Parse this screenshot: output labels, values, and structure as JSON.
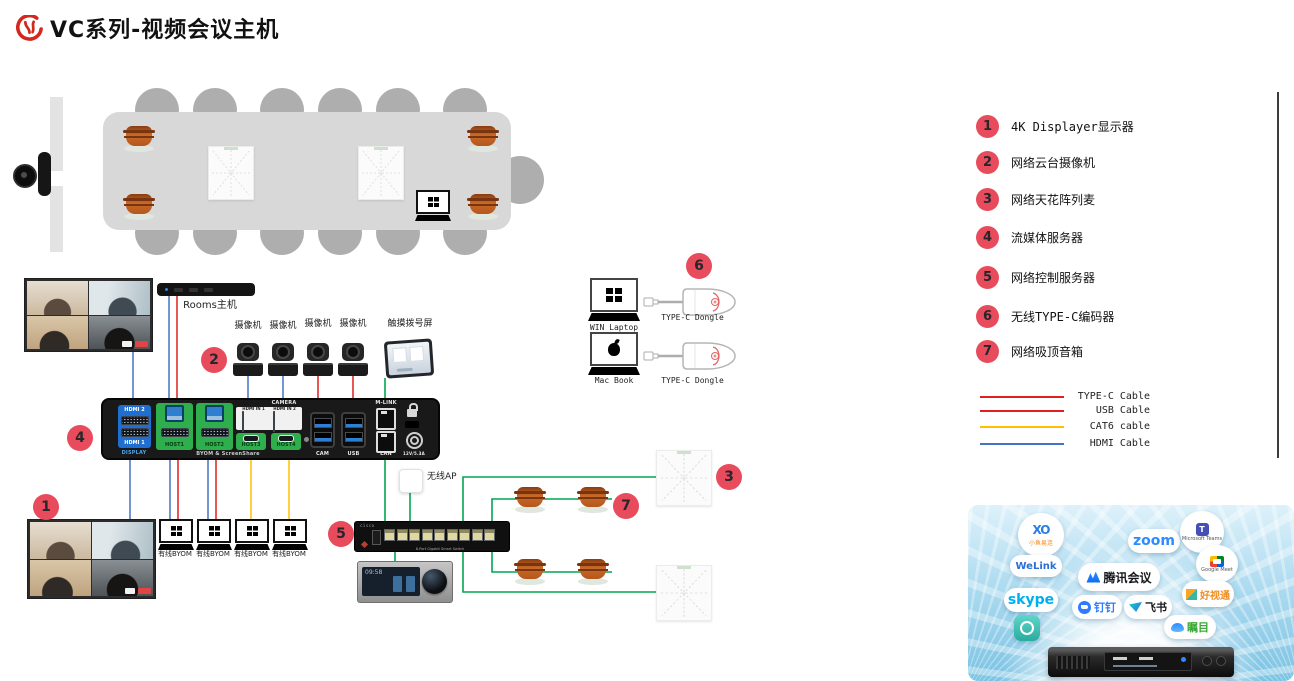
{
  "title": {
    "text": "VC系列-视频会议主机"
  },
  "legend": {
    "items": [
      {
        "num": "1",
        "label": "4K Displayer显示器"
      },
      {
        "num": "2",
        "label": "网络云台摄像机"
      },
      {
        "num": "3",
        "label": "网络天花阵列麦"
      },
      {
        "num": "4",
        "label": "流媒体服务器"
      },
      {
        "num": "5",
        "label": "网络控制服务器"
      },
      {
        "num": "6",
        "label": "无线TYPE-C编码器"
      },
      {
        "num": "7",
        "label": "网络吸顶音箱"
      }
    ]
  },
  "cable_legend": [
    {
      "label": "TYPE-C Cable",
      "color": "#e01f1f"
    },
    {
      "label": "USB Cable",
      "color": "#e01f1f"
    },
    {
      "label": "CAT6 cable",
      "color": "#ffc000"
    },
    {
      "label": "HDMI Cable",
      "color": "#4472c4"
    }
  ],
  "diagram": {
    "markers": [
      "1",
      "2",
      "3",
      "4",
      "5",
      "6",
      "7"
    ],
    "rooms_host": "Rooms主机",
    "camera_label": "摄像机",
    "touch_label": "触摸拨号屏",
    "win_laptop": "WIN Laptop",
    "mac_book": "Mac Book",
    "dongle_label": "TYPE-C Dongle",
    "ap_label": "无线AP",
    "byom_label": "有线BYOM",
    "panel_time": "09:58",
    "device": {
      "camera_label": "CAMERA",
      "mlink": "M-LINK",
      "hdmi2": "HDMI 2",
      "hdmi1": "HDMI 1",
      "display": "DISPLAY",
      "host1": "HOST1",
      "host2": "HOST2",
      "host3": "HOST3",
      "host4": "HOST4",
      "hdmi_in1": "HDMI IN 1",
      "hdmi_in2": "HDMI IN 2",
      "byom_share": "BYOM & ScreenShare",
      "cam": "CAM",
      "usb": "USB",
      "lan": "LAN",
      "power": "12V/5.3A"
    },
    "switch": {
      "brand": "cisco",
      "model": "8-Port Gigabit Smart Switch"
    }
  },
  "apps": {
    "xiaoyu": "小鱼易连",
    "welink": "WeLink",
    "zoom": "zoom",
    "teams": "Microsoft Teams",
    "meet": "Google Meet",
    "tencent": "腾讯会议",
    "skype": "skype",
    "dingtalk": "钉钉",
    "feishu": "飞书",
    "haoshitong": "好视通",
    "zhumu": "瞩目"
  },
  "colors": {
    "marker": "#e84b5c",
    "typec_cable": "#e01f1f",
    "usb_cable": "#e01f1f",
    "cat6_cable": "#ffc000",
    "hdmi_cable": "#4472c4",
    "network_line": "#00a651"
  }
}
